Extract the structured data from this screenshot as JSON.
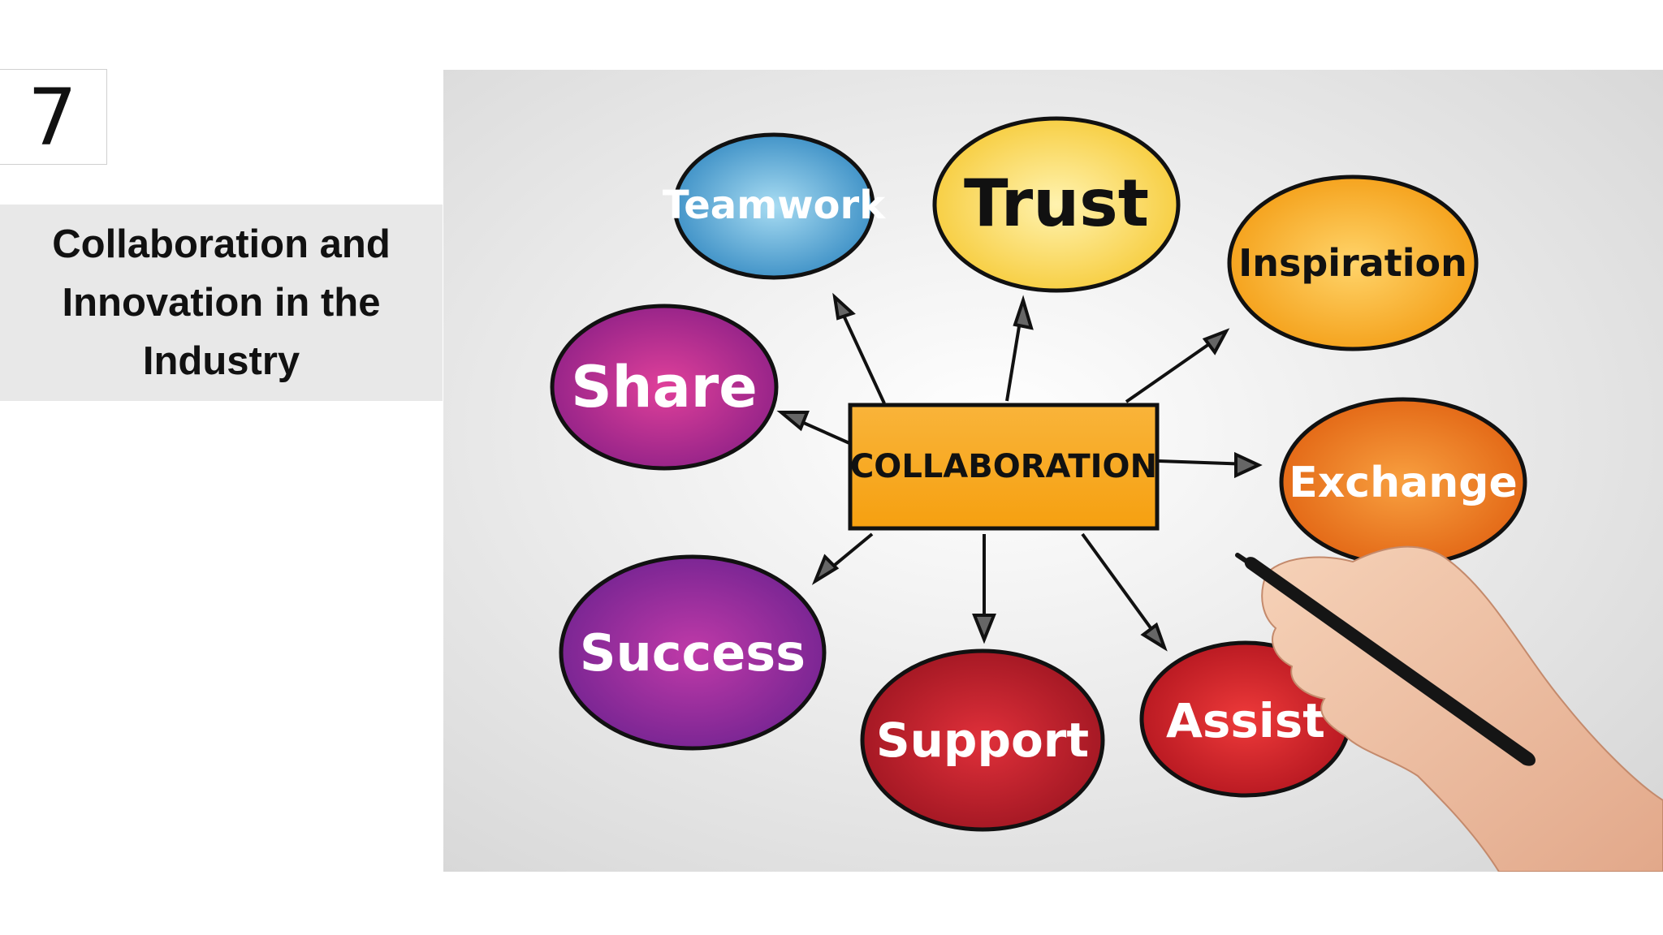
{
  "slide": {
    "number": "7",
    "title": "Collaboration and Innovation in the Industry"
  },
  "diagram": {
    "center": "COLLABORATION",
    "nodes": {
      "teamwork": "Teamwork",
      "trust": "Trust",
      "inspiration": "Inspiration",
      "share": "Share",
      "exchange": "Exchange",
      "success": "Success",
      "support": "Support",
      "assist": "Assist"
    },
    "colors": {
      "teamwork": "#4aa8d8",
      "trust": "#f9d85a",
      "inspiration": "#f7a61c",
      "share": "#b02a8a",
      "exchange": "#e8781e",
      "success": "#8a2aa0",
      "support": "#b01e2a",
      "assist": "#c8202a",
      "center": "#f7a81e"
    }
  }
}
